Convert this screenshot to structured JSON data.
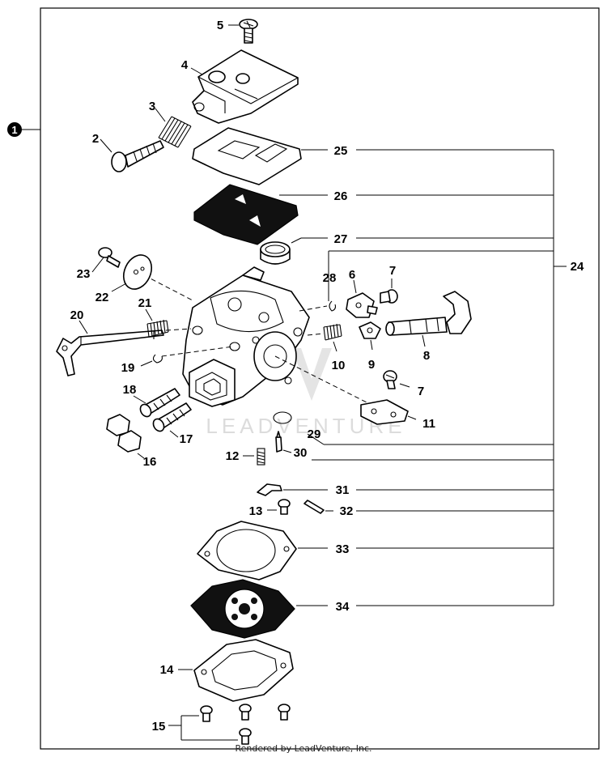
{
  "callouts": {
    "c1": "1",
    "c2": "2",
    "c3": "3",
    "c4": "4",
    "c5": "5",
    "c6": "6",
    "c7a": "7",
    "c7b": "7",
    "c8": "8",
    "c9": "9",
    "c10": "10",
    "c11": "11",
    "c12": "12",
    "c13": "13",
    "c14": "14",
    "c15": "15",
    "c16": "16",
    "c17": "17",
    "c18": "18",
    "c19": "19",
    "c20": "20",
    "c21": "21",
    "c22": "22",
    "c23": "23",
    "c24": "24",
    "c25": "25",
    "c26": "26",
    "c27": "27",
    "c28": "28",
    "c29": "29",
    "c30": "30",
    "c31": "31",
    "c32": "32",
    "c33": "33",
    "c34": "34"
  },
  "watermark": "LEADVENTURE",
  "footer": "Rendered by LeadVenture, Inc."
}
